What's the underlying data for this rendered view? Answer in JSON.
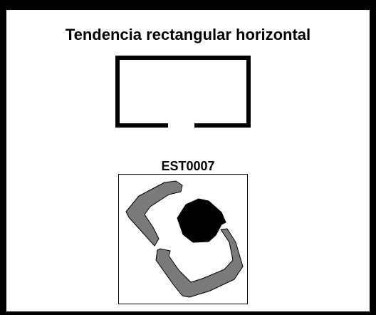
{
  "title": "Tendencia rectangular horizontal",
  "site_code": "EST0007",
  "legend_symbol": {
    "shape": "open-rectangle",
    "opening": "bottom-center"
  },
  "plan": {
    "wall_color": "#7a7a7a",
    "feature_color": "#000000"
  }
}
